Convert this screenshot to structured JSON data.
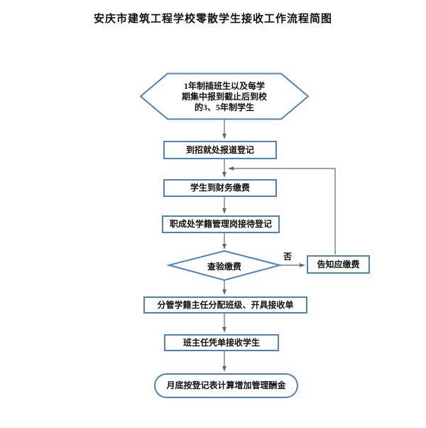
{
  "title": "安庆市建筑工程学校零散学生接收工作流程简图",
  "colors": {
    "shape_border": "#4f81bd",
    "connector": "#5b6a78",
    "text": "#111111",
    "background": "#ffffff"
  },
  "flowchart": {
    "start": {
      "shape": "hexagon",
      "lines": [
        "1年制插班生以及每学",
        "期集中报到截止后到校",
        "的3、5年制学生"
      ]
    },
    "register": {
      "shape": "rect",
      "label": "到招就处报道登记"
    },
    "pay_fees": {
      "shape": "rect",
      "label": "学生到财务缴费"
    },
    "reception": {
      "shape": "rect",
      "label": "职成处学籍管理岗接待登记"
    },
    "verify": {
      "shape": "diamond",
      "label": "查验缴费"
    },
    "notify": {
      "shape": "rect",
      "label": "告知应缴费"
    },
    "assign_class": {
      "shape": "rect",
      "label": "分管学籍主任分配班级、开具接收单"
    },
    "accept_student": {
      "shape": "rect",
      "label": "班主任凭单接收学生"
    },
    "end": {
      "shape": "terminator",
      "label": "月底按登记表计算增加管理酬金"
    },
    "branch_no_label": "否"
  }
}
